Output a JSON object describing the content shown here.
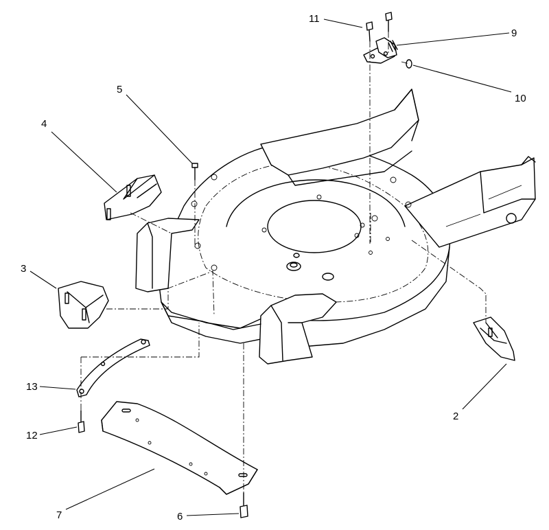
{
  "callouts": {
    "c2": "2",
    "c3": "3",
    "c4": "4",
    "c5": "5",
    "c6": "6",
    "c7": "7",
    "c9": "9",
    "c10": "10",
    "c11": "11",
    "c12": "12",
    "c13": "13"
  }
}
